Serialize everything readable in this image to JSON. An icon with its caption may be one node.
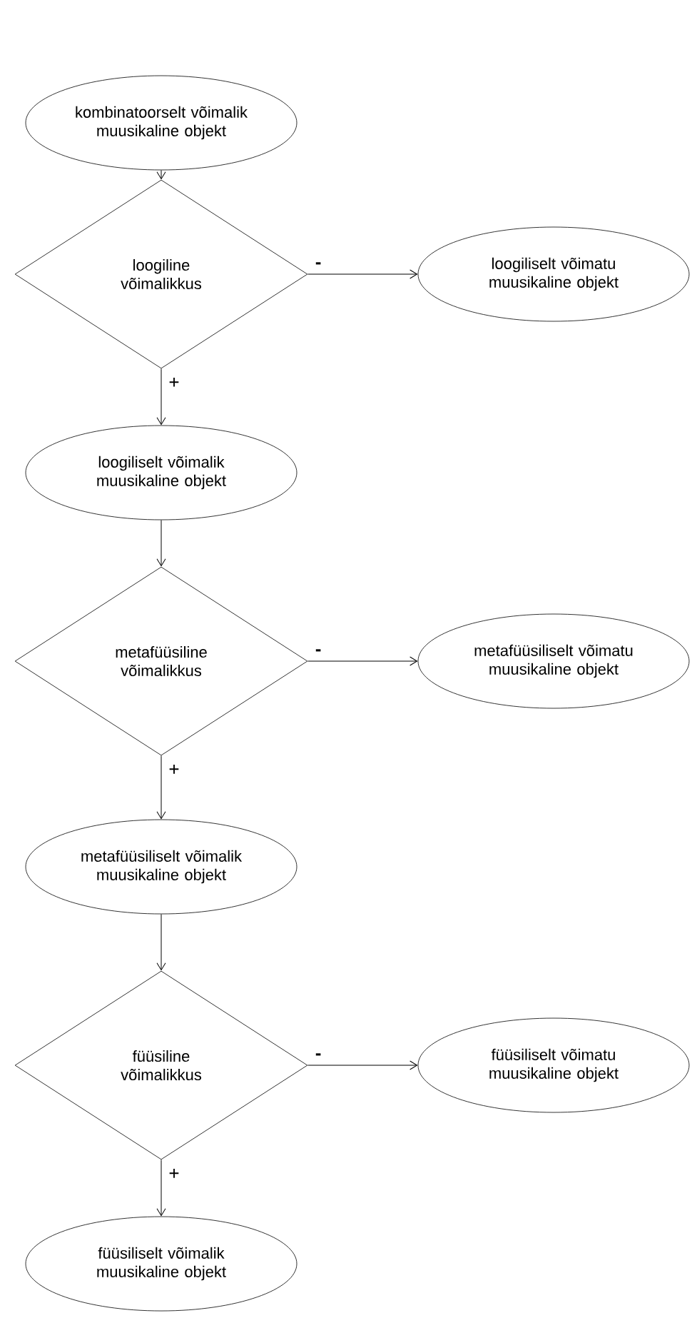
{
  "diagram": {
    "nodes": [
      {
        "text": [
          "kombinatoorselt võimalik muusikaline objekt"
        ]
      },
      {
        "text": [
          "loogiline võimalikkus"
        ]
      },
      {
        "text": [
          "loogiliselt võimatu muusikaline objekt"
        ]
      },
      {
        "text": [
          "loogiliselt võimalik muusikaline objekt"
        ]
      },
      {
        "text": [
          "metafüüsiline võimalikkus"
        ]
      },
      {
        "text": [
          "metafüüsiliselt võimatu muusikaline objekt"
        ]
      },
      {
        "text": [
          "metafüüsiliselt võimalik muusikaline objekt"
        ]
      },
      {
        "text": [
          "füüsiline võimalikkus"
        ]
      },
      {
        "text": [
          "füüsiliselt võimatu muusikaline objekt"
        ]
      },
      {
        "text": [
          "füüsiliselt võimalik muusikaline objekt"
        ]
      }
    ],
    "edges": [
      {
        "from": 0,
        "to": 1,
        "arrow": "to"
      },
      {
        "from": 1,
        "to": 2,
        "arrow": "to",
        "label": "-"
      },
      {
        "from": 1,
        "to": 3,
        "arrow": "to",
        "label": "+"
      },
      {
        "from": 3,
        "to": 4,
        "arrow": "to"
      },
      {
        "from": 4,
        "to": 5,
        "arrow": "to",
        "label": "-"
      },
      {
        "from": 4,
        "to": 6,
        "arrow": "to",
        "label": "+"
      },
      {
        "from": 6,
        "to": 7,
        "arrow": "to"
      },
      {
        "from": 7,
        "to": 8,
        "arrow": "to",
        "label": "-"
      },
      {
        "from": 7,
        "to": 9,
        "arrow": "to",
        "label": "+"
      }
    ]
  }
}
